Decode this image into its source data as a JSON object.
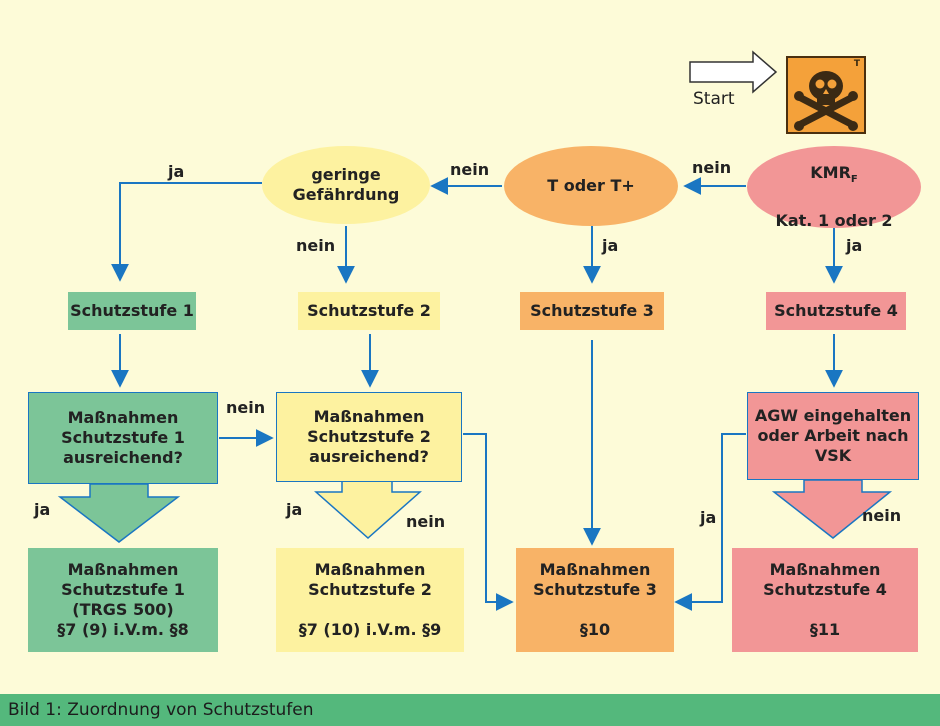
{
  "start_label": "Start",
  "hazard_letter": "T",
  "colors": {
    "green": "#7cc598",
    "yellow": "#fdf2a0",
    "orange": "#f8b367",
    "red": "#f29696",
    "arrow": "#1a76c2",
    "caption_bg": "#54b87c"
  },
  "decisions": {
    "kmr": {
      "line1": "KMR",
      "subscript": "F",
      "line2": "Kat. 1 oder 2"
    },
    "t_oder_t_plus": "T oder T+",
    "geringe_gefaehrdung": "geringe\nGefährdung"
  },
  "levels": {
    "schutzstufe_1": "Schutzstufe 1",
    "schutzstufe_2": "Schutzstufe 2",
    "schutzstufe_3": "Schutzstufe 3",
    "schutzstufe_4": "Schutzstufe 4"
  },
  "checks": {
    "check_1": "Maßnahmen\nSchutzstufe 1\nausreichend?",
    "check_2": "Maßnahmen\nSchutzstufe 2\nausreichend?",
    "check_4": "AGW eingehalten\noder Arbeit nach\nVSK"
  },
  "measures": {
    "m1": "Maßnahmen\nSchutzstufe 1\n(TRGS 500)\n§7 (9) i.V.m. §8",
    "m2": "Maßnahmen\nSchutzstufe 2\n\n§7 (10) i.V.m. §9",
    "m3": "Maßnahmen\nSchutzstufe 3\n\n§10",
    "m4": "Maßnahmen\nSchutzstufe 4\n\n§11"
  },
  "edge_labels": {
    "ja": "ja",
    "nein": "nein"
  },
  "caption": "Bild 1: Zuordnung von Schutzstufen"
}
